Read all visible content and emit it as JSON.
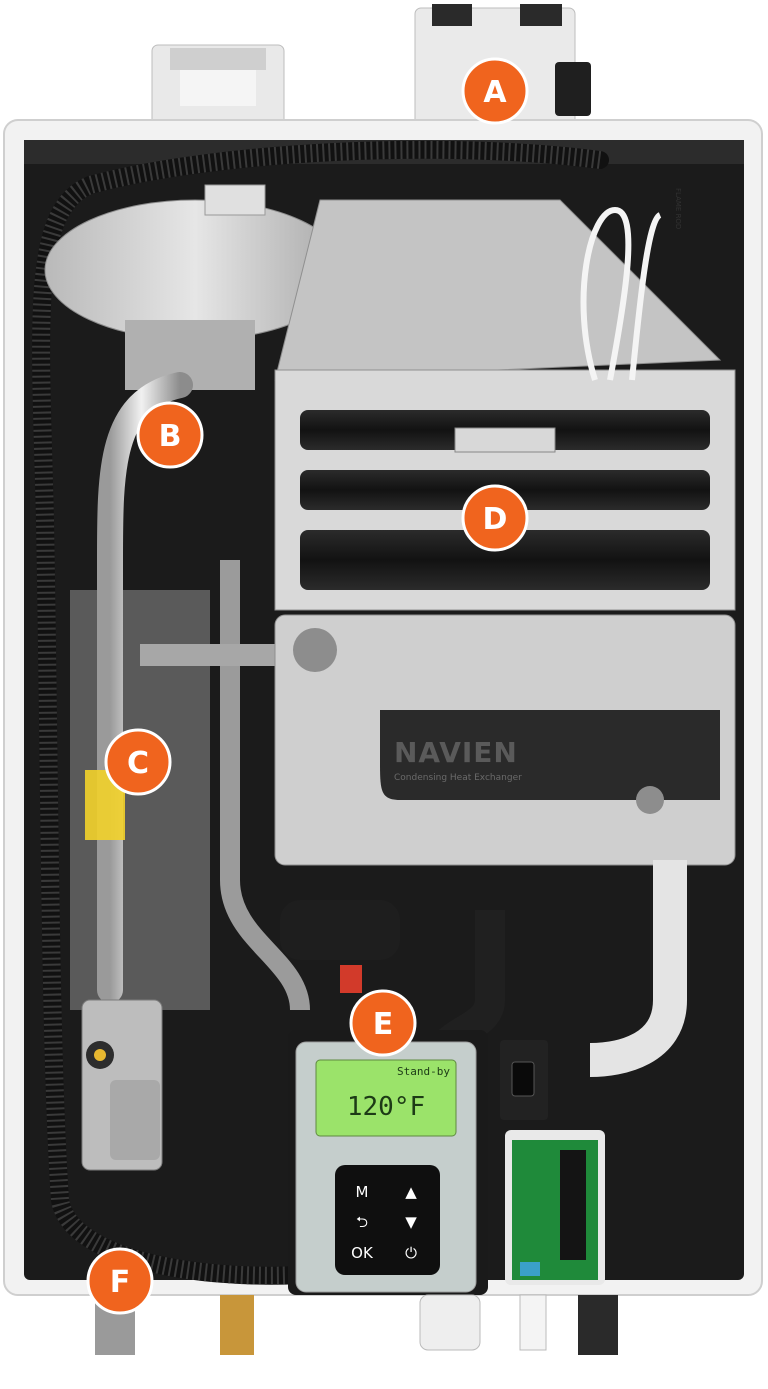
{
  "markers": [
    {
      "id": "A",
      "label": "A"
    },
    {
      "id": "B",
      "label": "B"
    },
    {
      "id": "C",
      "label": "C"
    },
    {
      "id": "D",
      "label": "D"
    },
    {
      "id": "E",
      "label": "E"
    },
    {
      "id": "F",
      "label": "F"
    }
  ],
  "display": {
    "status": "Stand-by",
    "temperature": "120°F"
  },
  "keypad": {
    "menu": "M",
    "up": "▲",
    "back": "⮌",
    "down": "▼",
    "ok": "OK",
    "power": "⏻"
  },
  "exchanger_badge": {
    "brand": "NAVIEN",
    "subtitle": "Condensing Heat Exchanger"
  },
  "sensor_tag": "FLAME ROD",
  "colors": {
    "marker_orange": "#f0641e",
    "lcd_green": "#9be36a",
    "cabinet": "#f2f2f2"
  }
}
